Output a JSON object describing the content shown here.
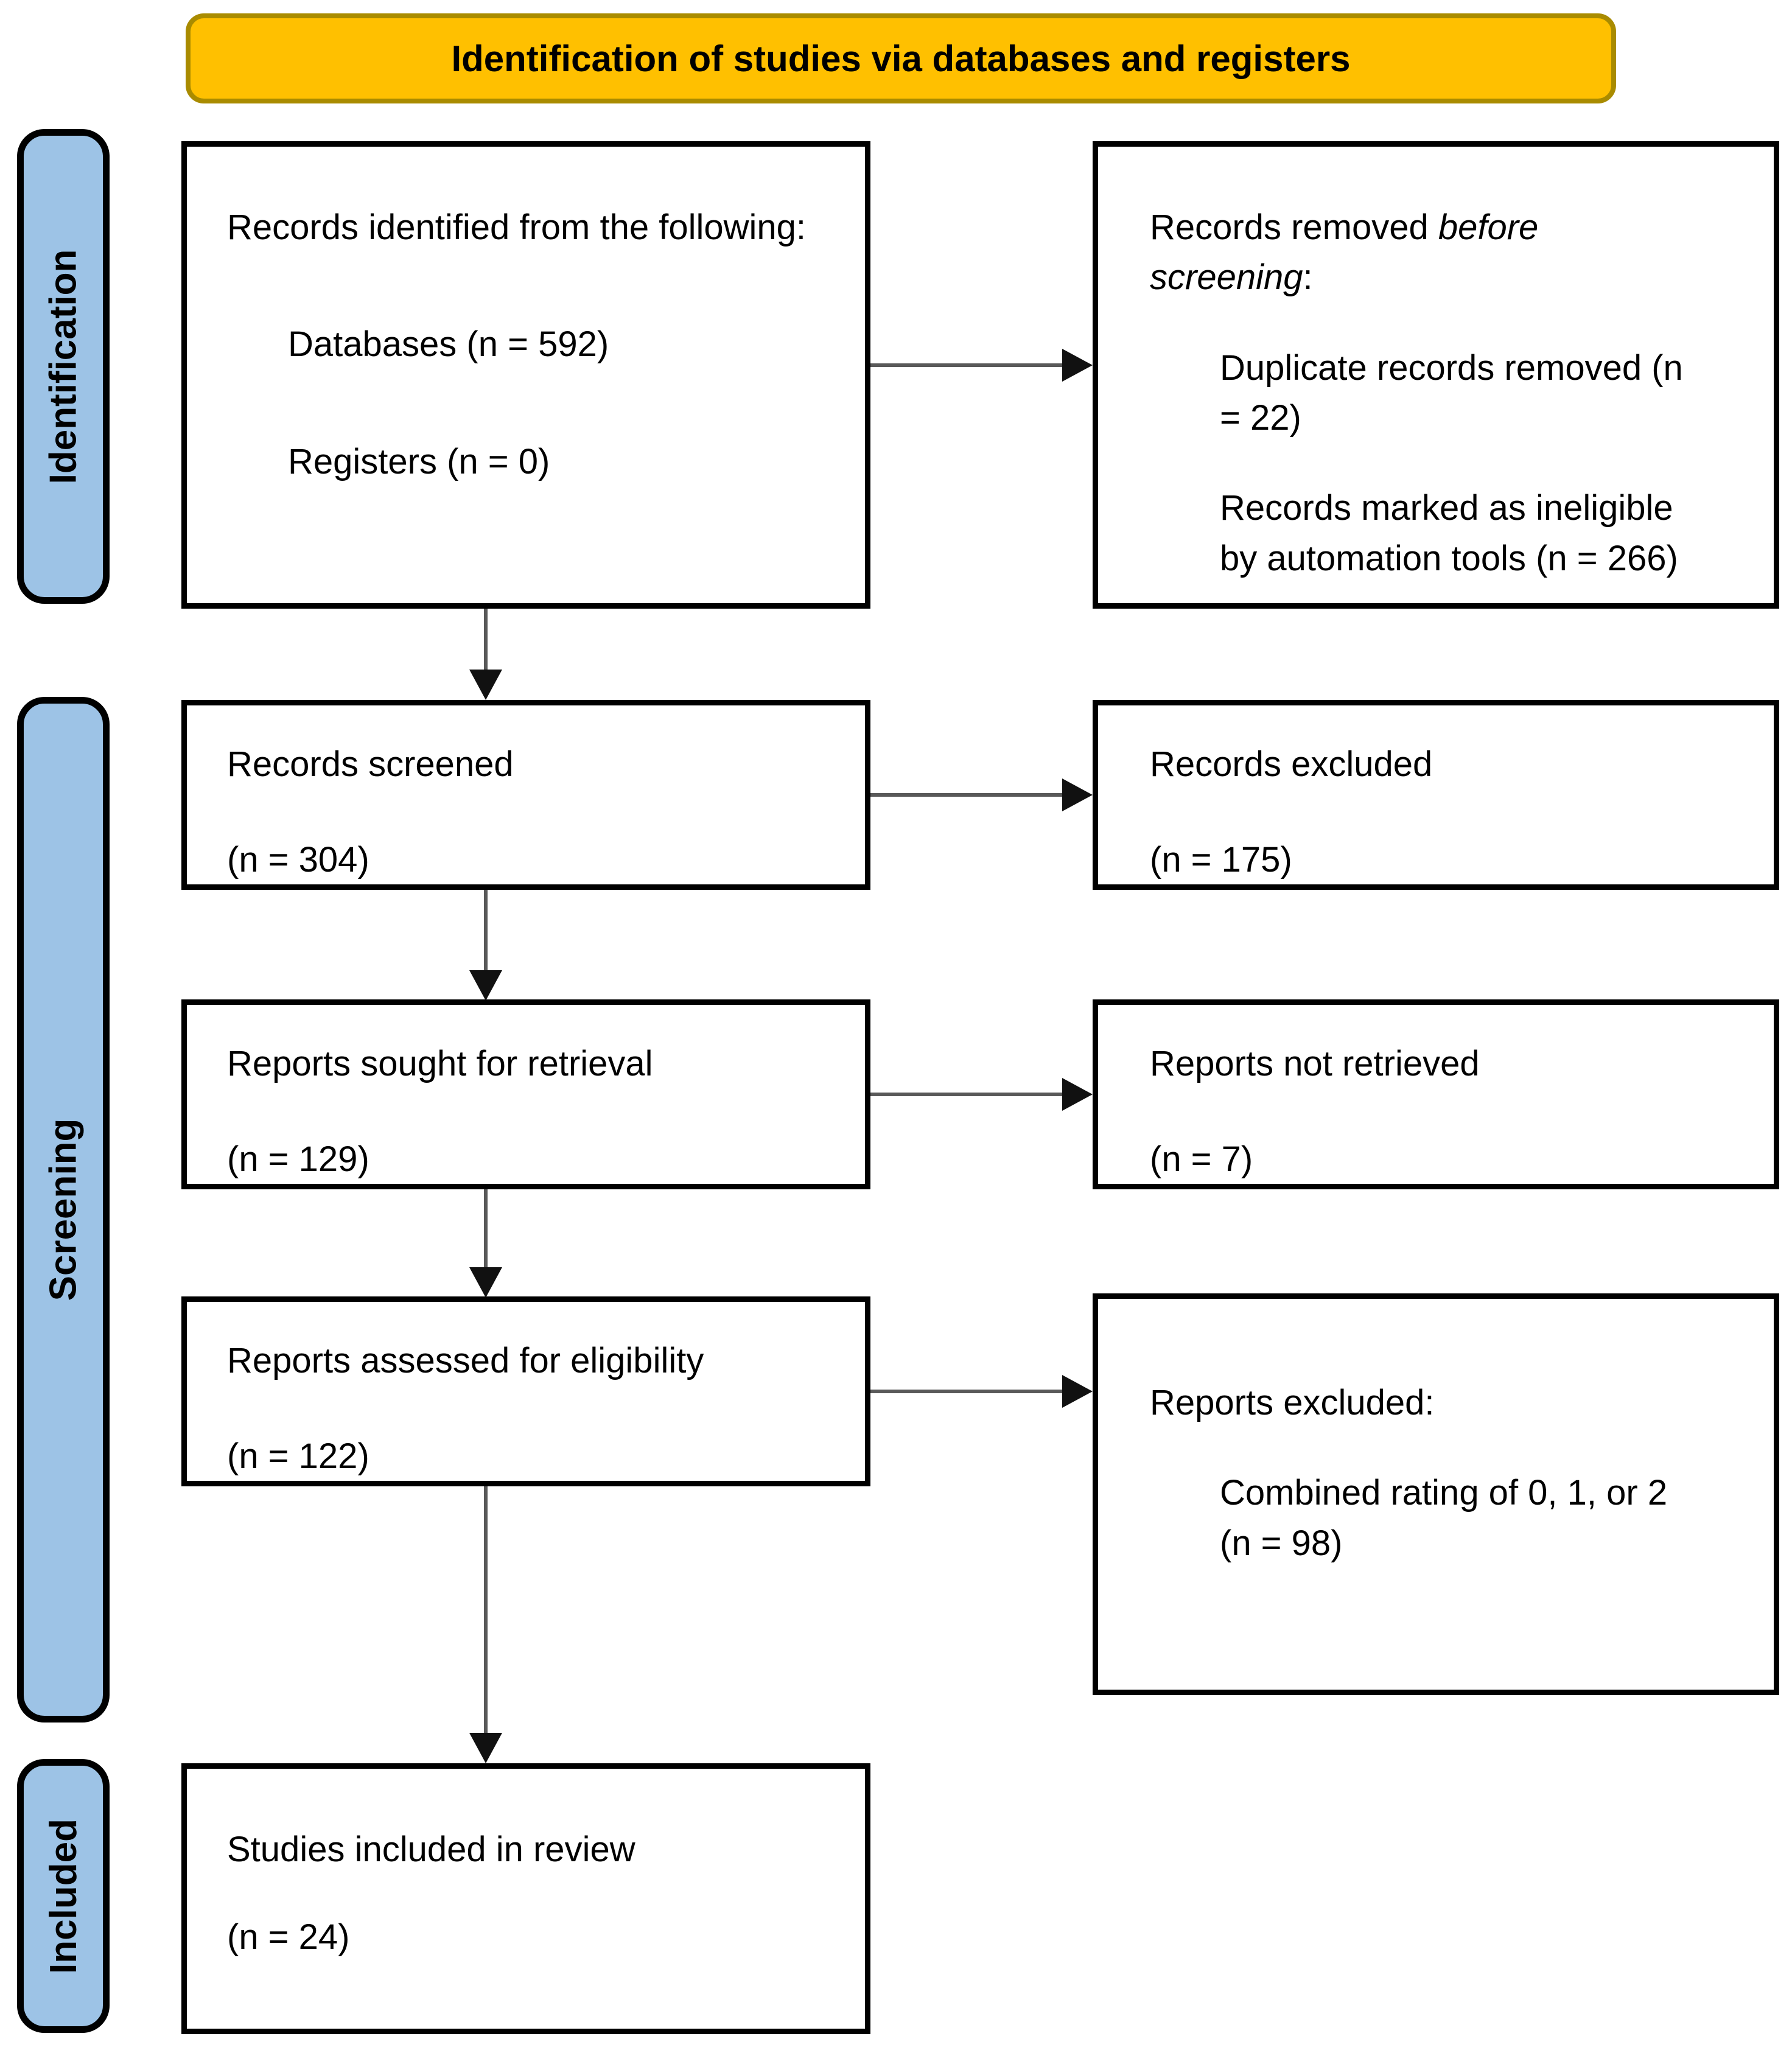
{
  "banner": {
    "title": "Identification of studies via databases and registers"
  },
  "sidebar": {
    "items": [
      {
        "label": "Identification"
      },
      {
        "label": "Screening"
      },
      {
        "label": "Included"
      }
    ]
  },
  "boxes": {
    "identified": {
      "title": "Records identified from the following:",
      "items": [
        "Databases (n = 592)",
        "Registers (n = 0)"
      ]
    },
    "removed": {
      "title_prefix": "Records removed ",
      "title_italic": "before screening",
      "title_suffix": ":",
      "items": [
        "Duplicate records removed (n = 22)",
        "Records marked as ineligible by automation tools (n = 266)"
      ]
    },
    "screened": {
      "title": "Records screened",
      "count": "(n = 304)"
    },
    "excluded": {
      "title": "Records excluded",
      "count": "(n = 175)"
    },
    "sought": {
      "title": "Reports sought for retrieval",
      "count": "(n = 129)"
    },
    "not_retrieved": {
      "title": "Reports not retrieved",
      "count": "(n = 7)"
    },
    "assessed": {
      "title": "Reports assessed for eligibility",
      "count": "(n = 122)"
    },
    "reports_excluded": {
      "title": "Reports excluded:",
      "items": [
        "Combined rating of 0, 1, or 2 (n = 98)"
      ]
    },
    "included_box": {
      "title": "Studies included in review",
      "count": "(n = 24)"
    }
  },
  "theme": {
    "banner_bg": "#FFC000",
    "banner_border": "#A98B00",
    "sidebar_bg": "#9DC3E6",
    "line_color": "#595959",
    "arrowhead_color": "#111111",
    "box_border": "#000000",
    "text_color": "#000000"
  }
}
